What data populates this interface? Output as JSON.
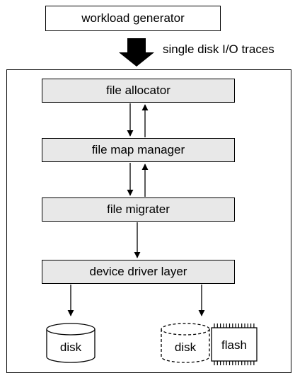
{
  "diagram": {
    "workload_generator": "workload generator",
    "trace_label": "single disk I/O traces",
    "layers": {
      "file_allocator": "file allocator",
      "file_map_manager": "file map manager",
      "file_migrater": "file migrater",
      "device_driver_layer": "device driver layer"
    },
    "devices": {
      "disk_solid": "disk",
      "disk_dashed": "disk",
      "flash": "flash"
    }
  }
}
